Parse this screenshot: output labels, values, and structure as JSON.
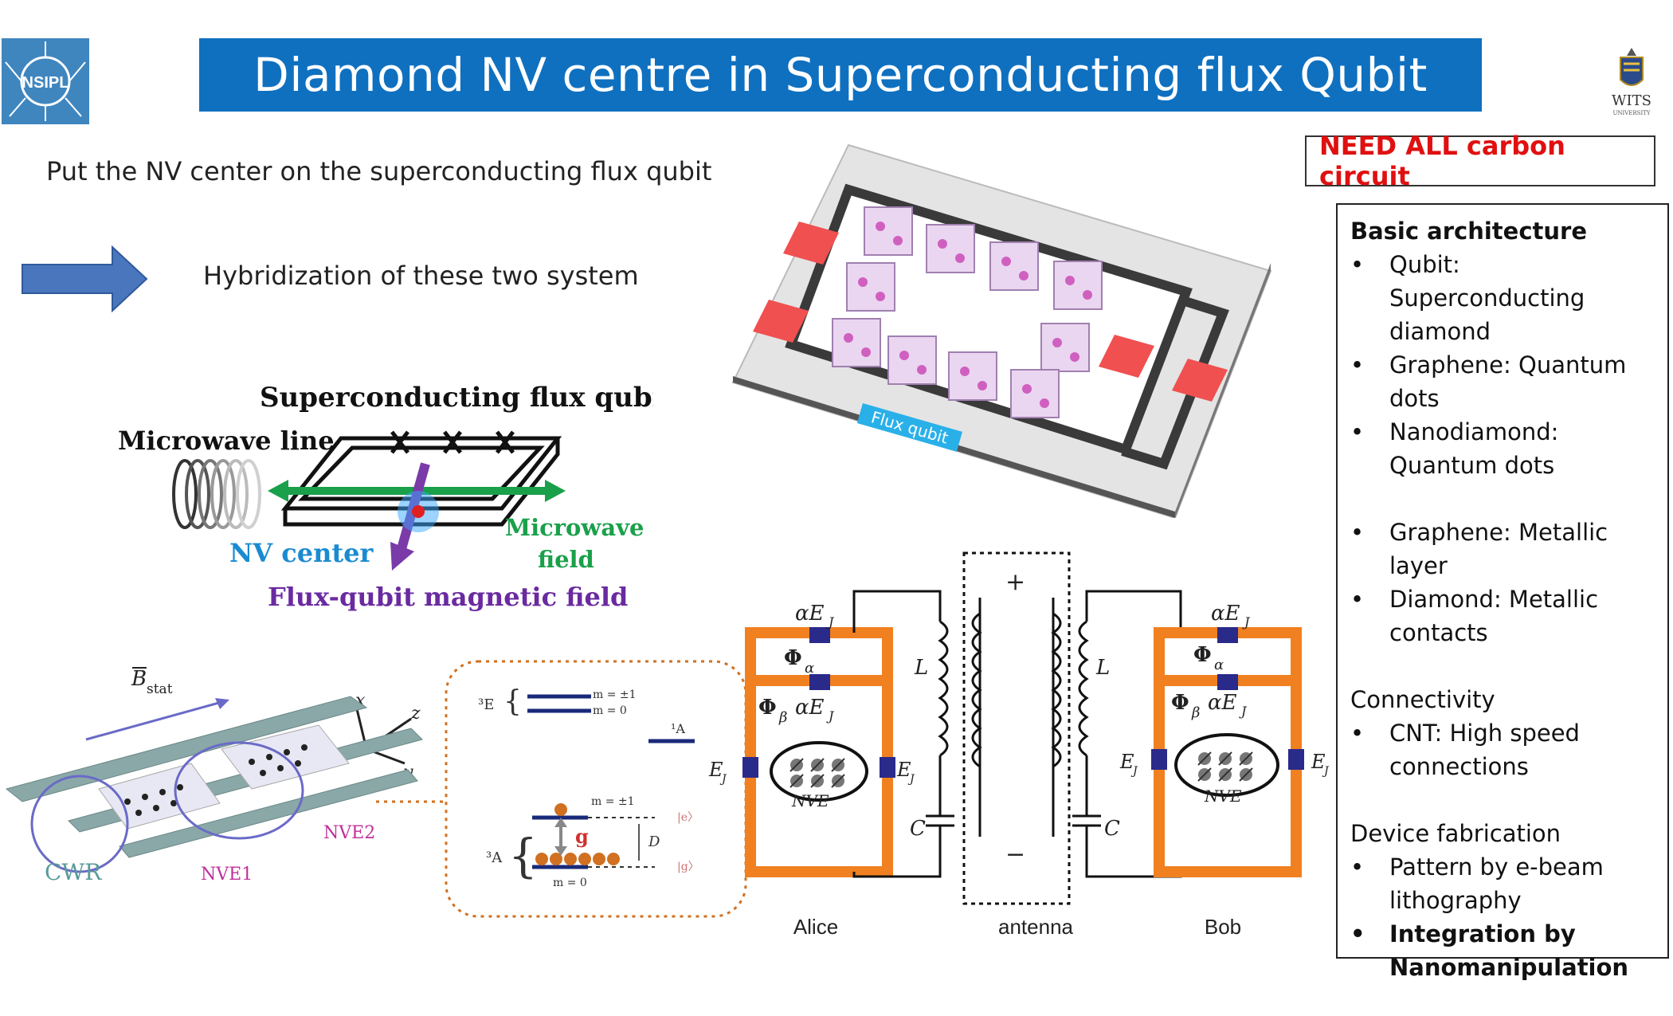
{
  "title": "Diamond NV centre in Superconducting flux Qubit",
  "logos": {
    "left_text": "NSIPL",
    "right_text": "WITS",
    "right_sub": "UNIVERSITY"
  },
  "intro": {
    "line1": "Put the NV center on the superconducting flux qubit",
    "line2": "Hybridization of these two system"
  },
  "flux_diagram": {
    "title": "Superconducting flux qubit",
    "microwave_line": "Microwave line",
    "nv_center": "NV center",
    "microwave_field_1": "Microwave",
    "microwave_field_2": "field",
    "magnetic_field": "Flux-qubit magnetic field"
  },
  "chip_label": "Flux qubit",
  "cavity": {
    "bstat": "B",
    "bstat_sub": "stat",
    "cwr": "CWR",
    "nve1": "NVE1",
    "nve2": "NVE2",
    "ax_x": "x",
    "ax_y": "y",
    "ax_z": "z"
  },
  "levels": {
    "e_label": "³E",
    "a_label": "³A",
    "a1_label": "¹A",
    "ms_pm1_top": "m = ±1",
    "ms_0_top": "m = 0",
    "ms_pm1_bot": "m = ±1",
    "ms_0_bot": "m = 0",
    "g": "g",
    "dgs": "D",
    "ket_e": "|e〉",
    "ket_g": "|g〉"
  },
  "circuit": {
    "alice": "Alice",
    "antenna": "antenna",
    "bob": "Bob",
    "alpha_ej": "αE",
    "phi_alpha": "Φ",
    "phi_beta": "Φ",
    "ej": "E",
    "nve": "NVE",
    "L": "L",
    "C": "C",
    "plus": "+",
    "minus": "−",
    "sub_j": "J",
    "sub_alpha": "α",
    "sub_beta": "β"
  },
  "need_box": "NEED ALL carbon circuit",
  "architecture": {
    "title": "Basic architecture",
    "items": [
      "Qubit: Superconducting diamond",
      "Graphene: Quantum dots",
      "Nanodiamond: Quantum dots"
    ],
    "items2": [
      "Graphene: Metallic layer",
      "Diamond: Metallic contacts"
    ],
    "connectivity_title": "Connectivity",
    "connectivity_items": [
      "CNT: High speed connections"
    ],
    "fabrication_title": "Device fabrication",
    "fabrication_items": [
      "Pattern by e-beam lithography"
    ],
    "fabrication_bold": "Integration by Nanomanipulation"
  }
}
